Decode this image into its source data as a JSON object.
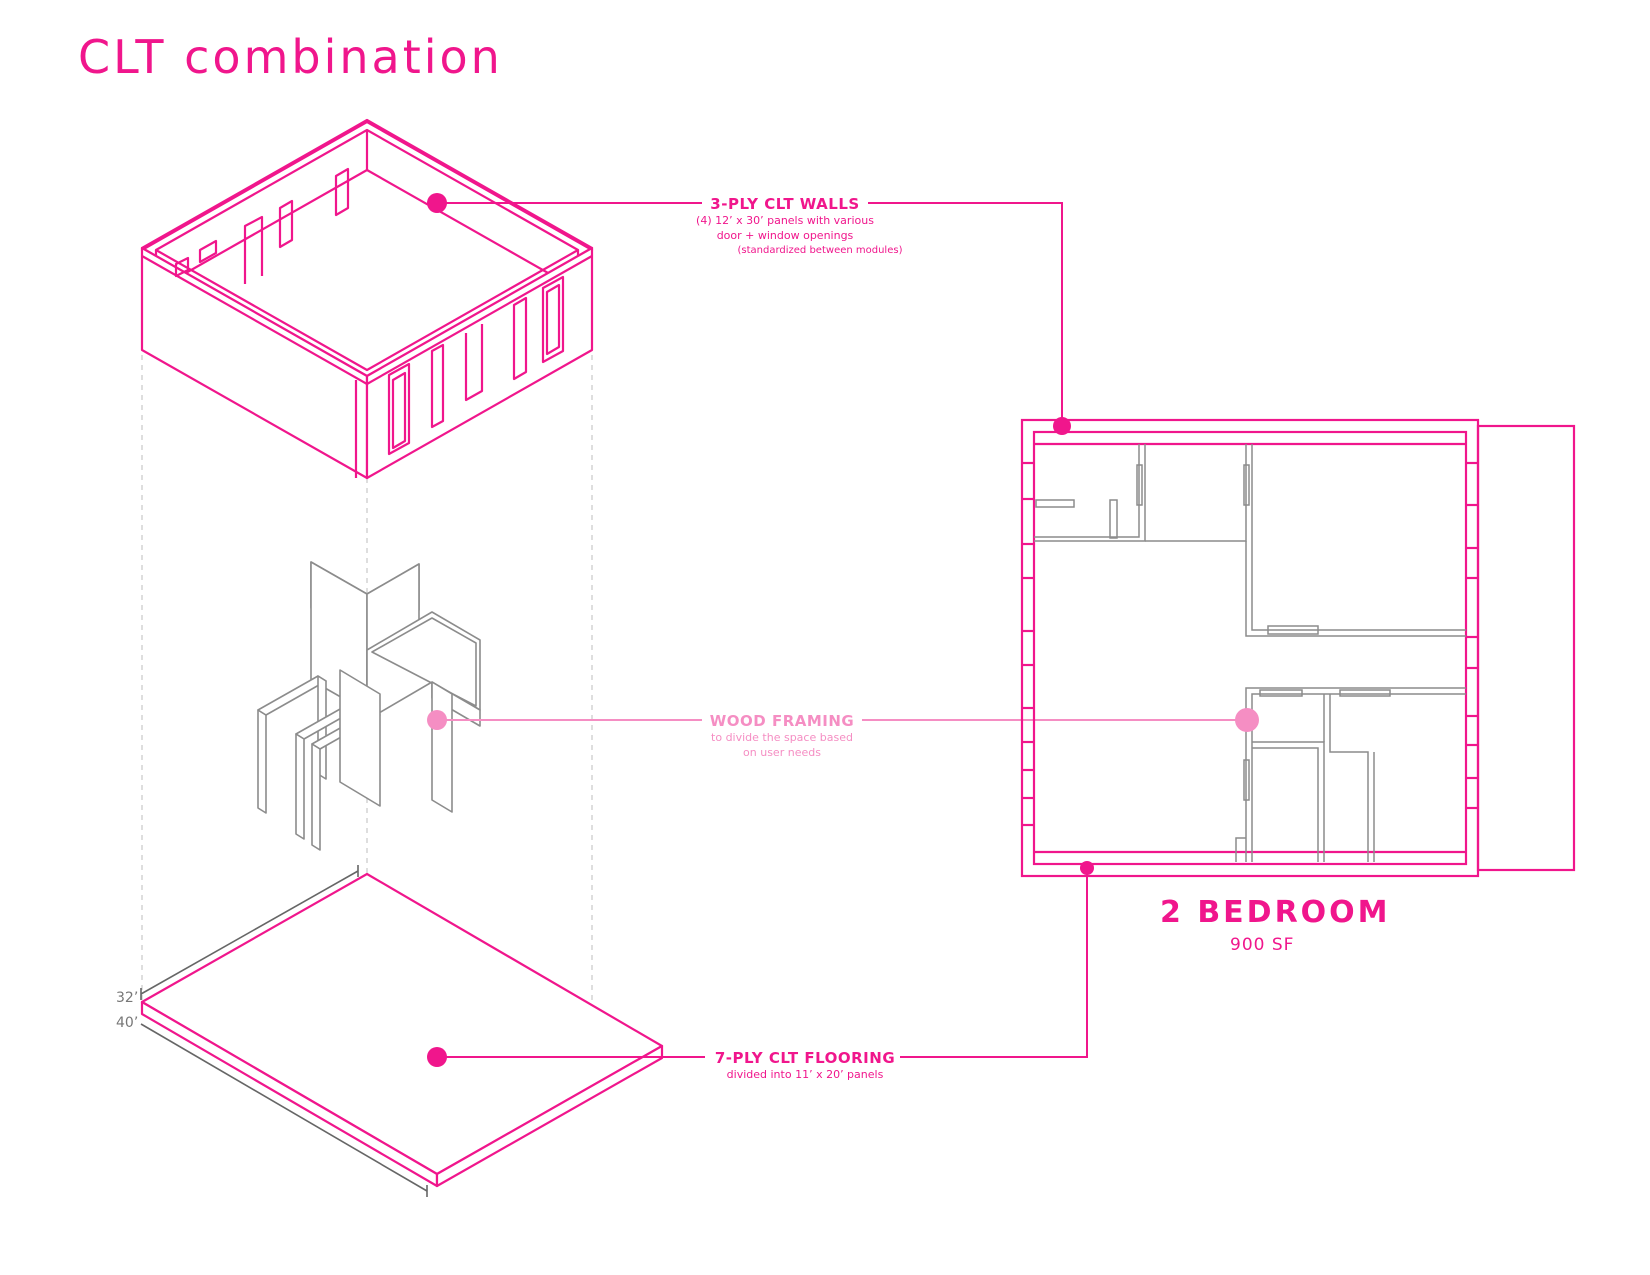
{
  "title": "CLT combination",
  "colors": {
    "accent": "#f0168c",
    "light_accent": "#f58ec3",
    "framing": "#8c8c8c",
    "dashed": "#c9c9c9"
  },
  "callouts": {
    "walls": {
      "heading": "3-PLY CLT WALLS",
      "line1": "(4) 12’ x 30’ panels with various",
      "line2": "door + window openings",
      "line3": "(standardized between modules)"
    },
    "framing": {
      "heading": "WOOD FRAMING",
      "line1": "to divide the space based",
      "line2": "on user needs"
    },
    "flooring": {
      "heading": "7-PLY CLT FLOORING",
      "line1": "divided into 11’ x 20’ panels"
    }
  },
  "dimensions": {
    "width": "32’",
    "length": "40’"
  },
  "unit": {
    "name": "2 BEDROOM",
    "area": "900 SF"
  }
}
